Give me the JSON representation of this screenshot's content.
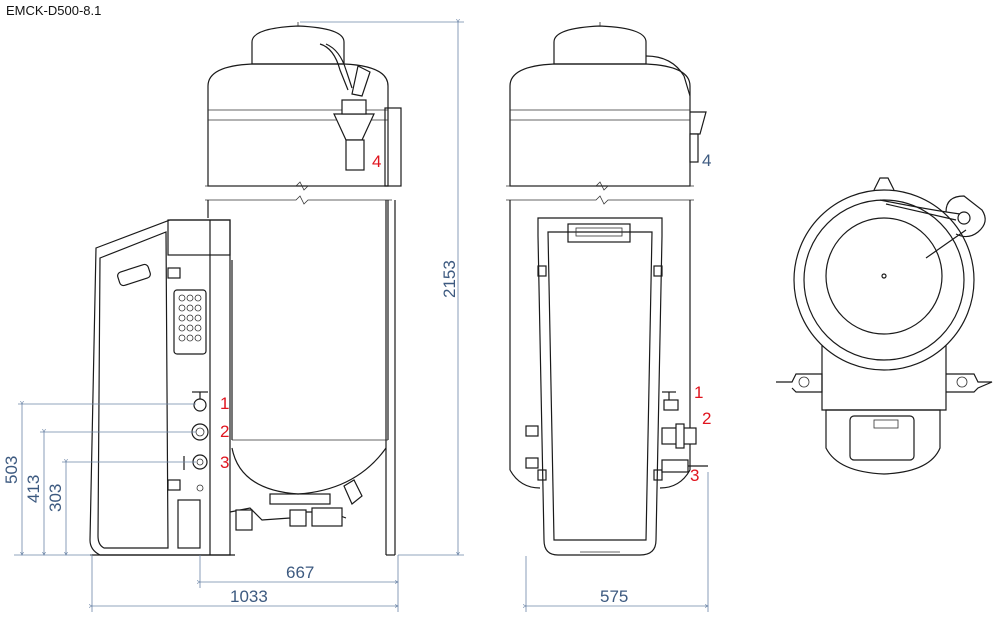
{
  "title": "EMCK-D500-8.1",
  "dimensions": {
    "height_total": "2153",
    "h503": "503",
    "h413": "413",
    "h303": "303",
    "w667": "667",
    "w1033": "1033",
    "w575": "575"
  },
  "callouts": {
    "side": [
      "1",
      "2",
      "3",
      "4"
    ],
    "front": [
      "1",
      "2",
      "3",
      "4"
    ]
  },
  "colors": {
    "callout_red": "#e0141e",
    "dimension_blue": "#3d5a80",
    "outline": "#1a1a1a"
  }
}
